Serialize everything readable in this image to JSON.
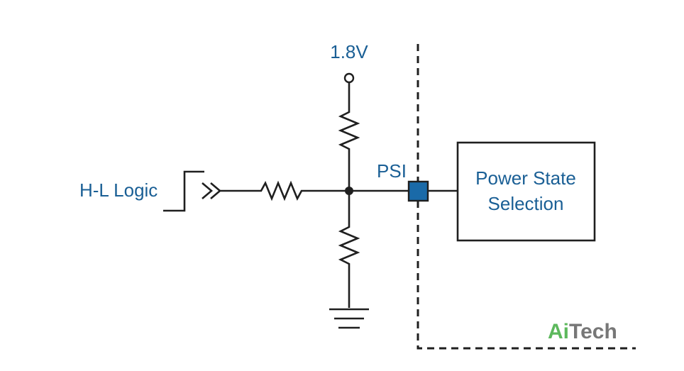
{
  "diagram": {
    "supply_label": "1.8V",
    "input_label": "H-L Logic",
    "pin_label": "PSI",
    "block_label_line1": "Power State",
    "block_label_line2": "Selection"
  },
  "colors": {
    "label_blue": "#1a5f95",
    "pin_fill": "#1a6aa8",
    "wire": "#1f1f1f",
    "logo_green": "#5cb85c",
    "logo_gray": "#777777"
  },
  "watermark": {
    "logo_part1": "Ai",
    "logo_part2": "Tech"
  }
}
